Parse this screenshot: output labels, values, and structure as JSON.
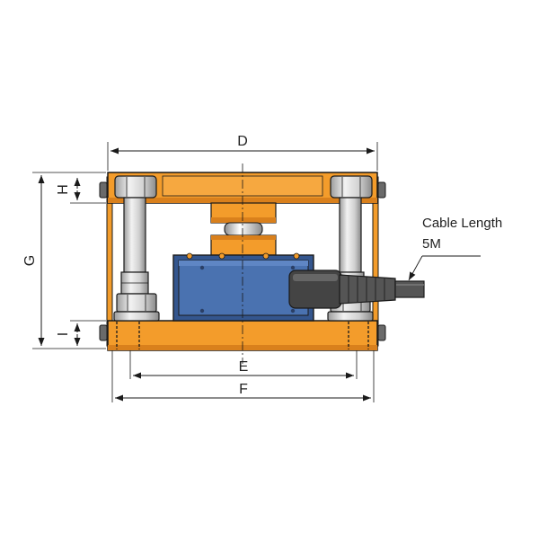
{
  "dimensions": {
    "D": "D",
    "E": "E",
    "F": "F",
    "G": "G",
    "H": "H",
    "I": "I"
  },
  "cable": {
    "label": "Cable Length",
    "length": "5M"
  },
  "colors": {
    "plate": "#F39C2B",
    "plate_shadow": "#D9801C",
    "sensor_body": "#4A72B0",
    "sensor_body_dark": "#34568E",
    "bolt": "#D8D8D8",
    "cable": "#555555",
    "outline": "#1A1A1A"
  }
}
